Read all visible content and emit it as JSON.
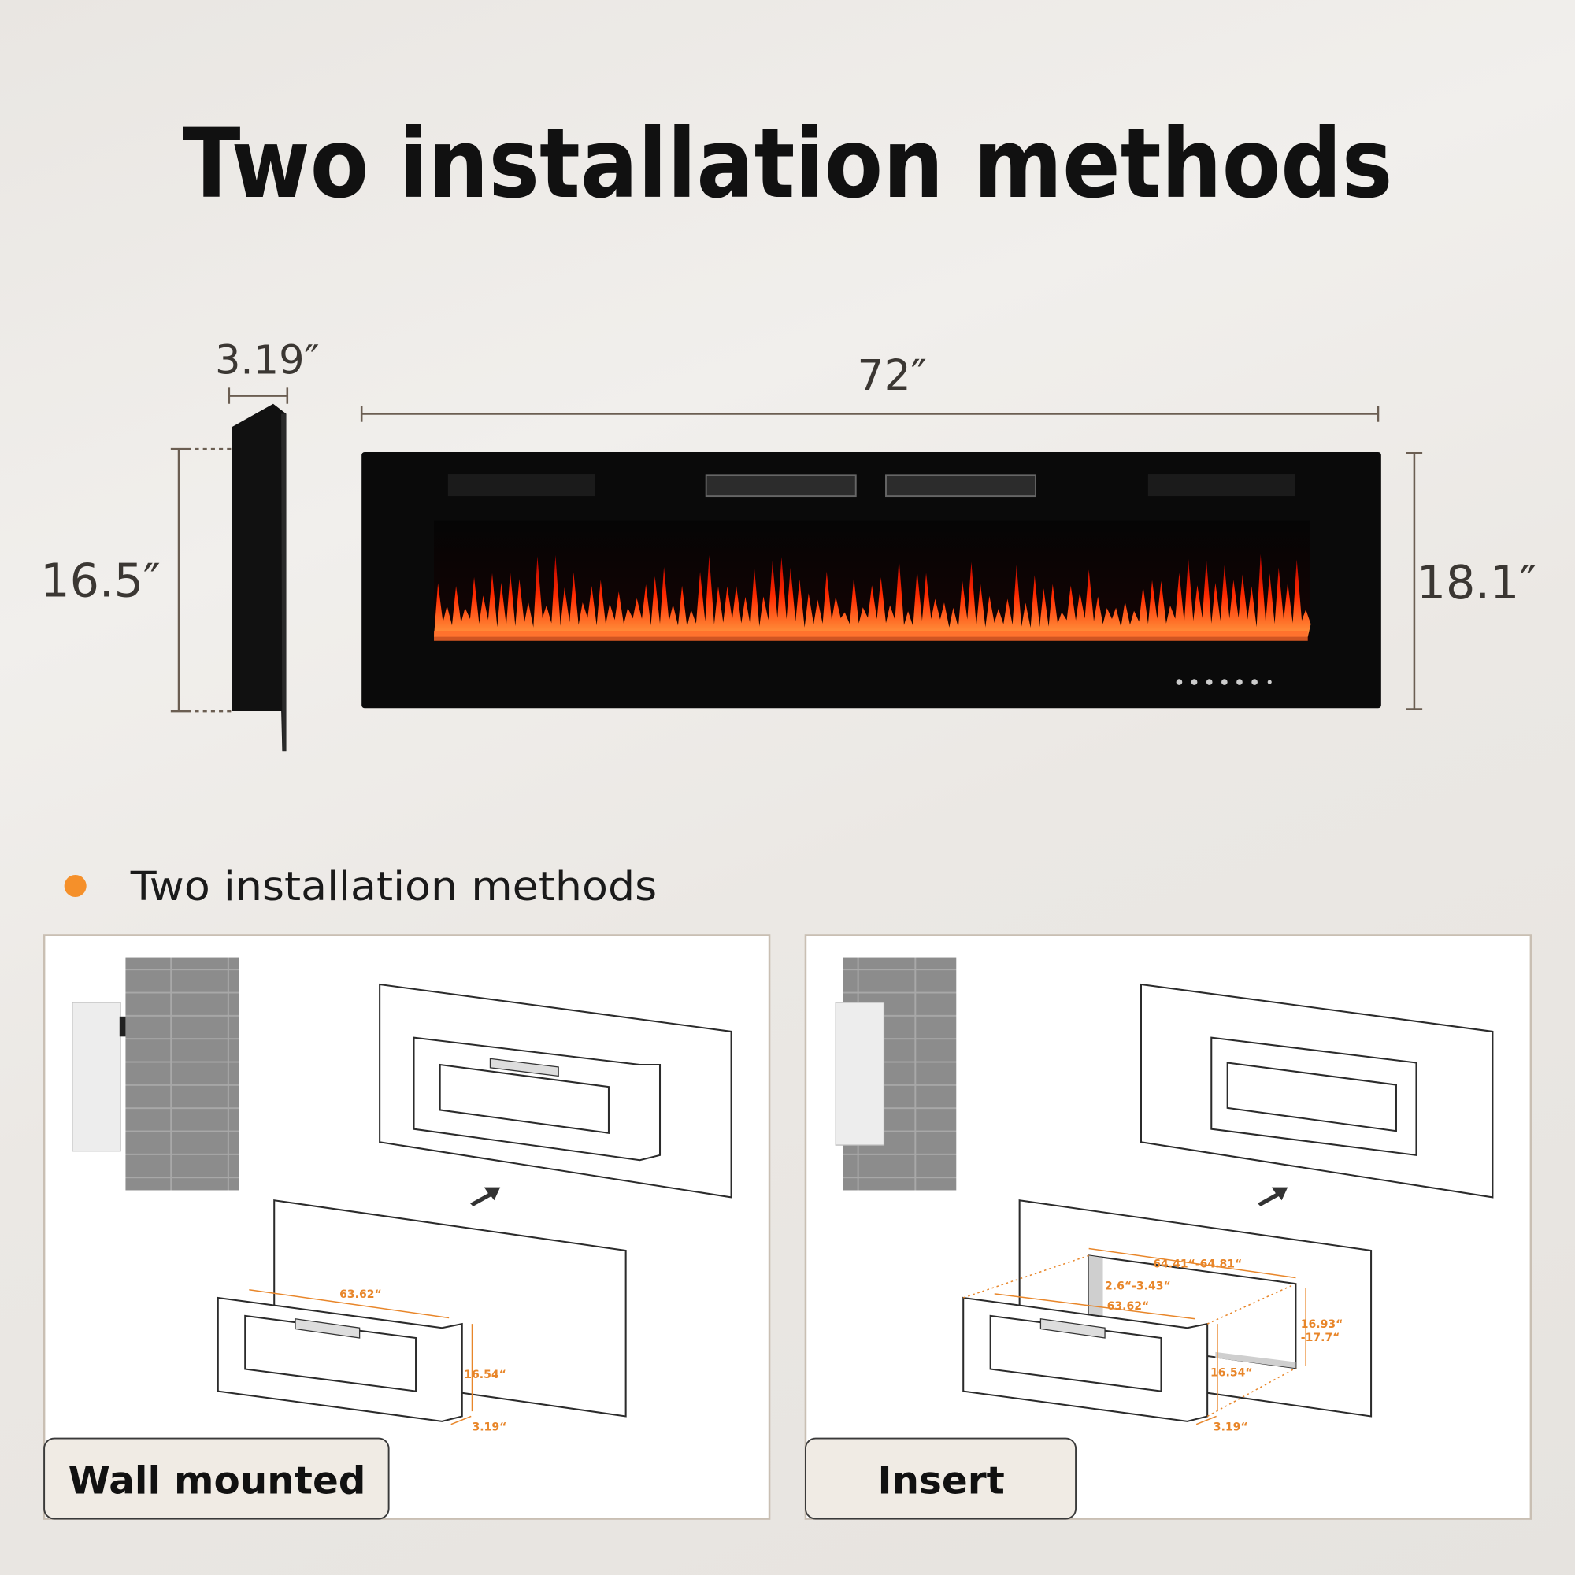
{
  "title": "Two installation methods",
  "dimensions": {
    "depth": "3.19″",
    "width": "72″",
    "side_height": "16.5″",
    "front_height": "18.1″"
  },
  "section": {
    "bullet_color": "#f5902a",
    "heading": "Two installation methods"
  },
  "methods": [
    {
      "label": "Wall mounted",
      "measurements": {
        "width": "63.62“",
        "height": "16.54“",
        "depth": "3.19“"
      }
    },
    {
      "label": "Insert",
      "measurements": {
        "opening_width": "64.41“-64.81“",
        "opening_depth": "2.6“-3.43“",
        "width": "63.62“",
        "opening_height_1": "16.93“",
        "opening_height_2": "-17.7“",
        "height": "16.54“",
        "depth": "3.19“"
      }
    }
  ],
  "colors": {
    "accent": "#e8862a",
    "fireplace": "#0a0a0a",
    "flame": "#ff2a00",
    "brick": "#8c8c8c"
  }
}
